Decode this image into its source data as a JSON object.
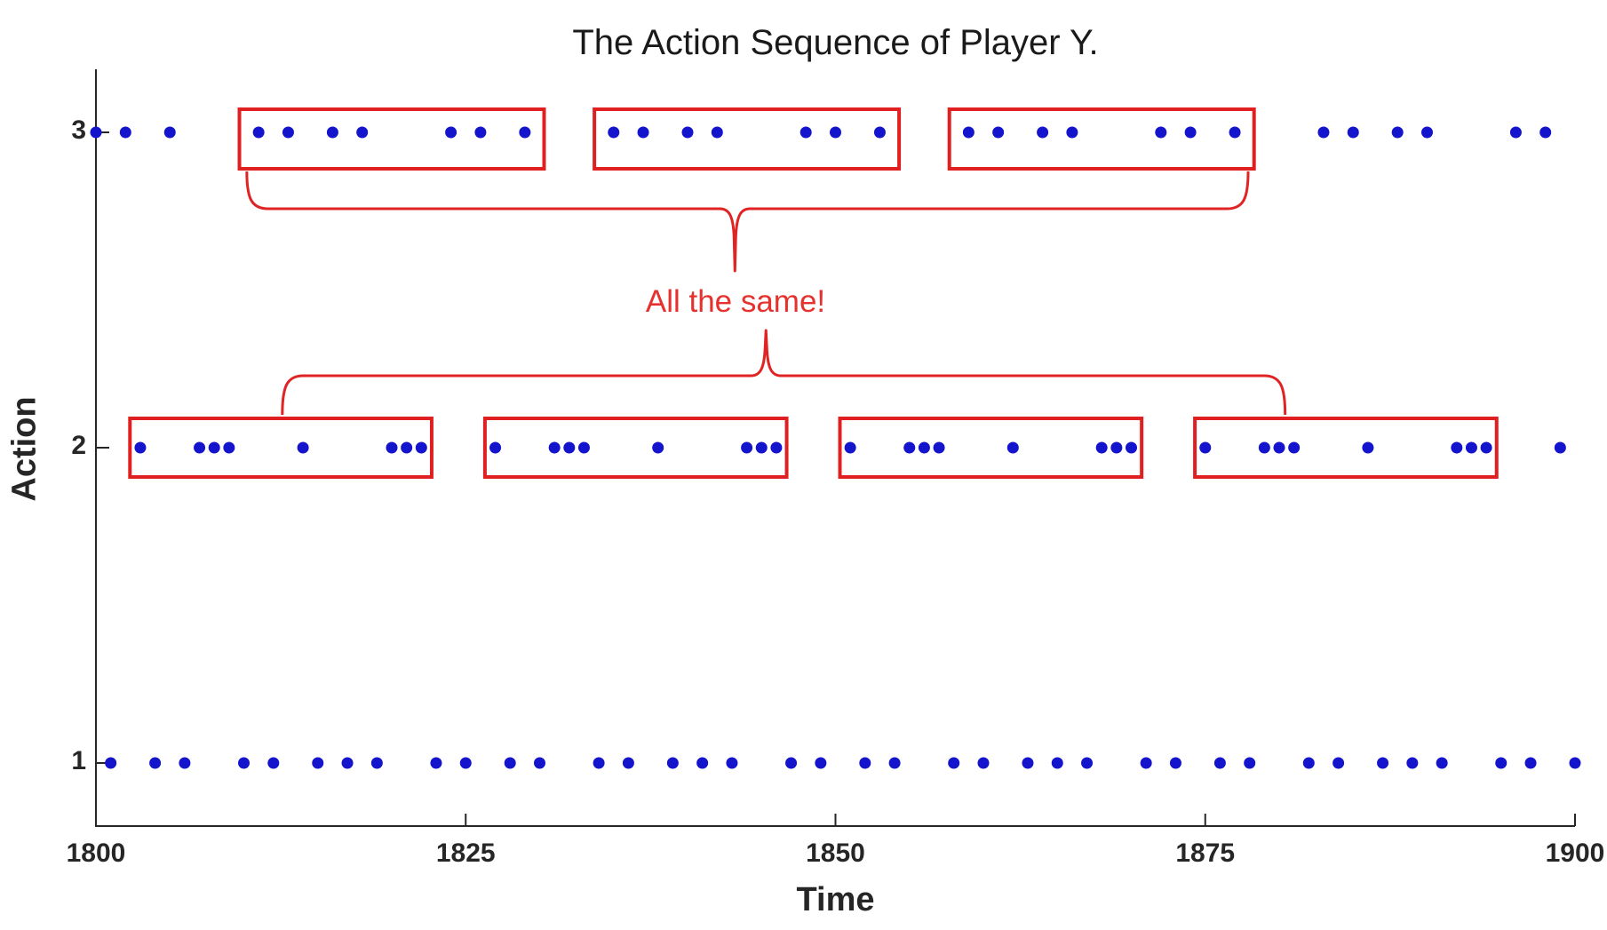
{
  "figure": {
    "title": "The Action Sequence of Player Y.",
    "annotation_label": "All the same!"
  },
  "chart_data": {
    "type": "scatter",
    "title": "The Action Sequence of Player Y.",
    "xlabel": "Time",
    "ylabel": "Action",
    "xlim": [
      1800,
      1900
    ],
    "ylim": [
      0.8,
      3.2
    ],
    "xticks": [
      1800,
      1825,
      1850,
      1875,
      1900
    ],
    "yticks": [
      1,
      2,
      3
    ],
    "grid": false,
    "legend": "none",
    "marker_color": "#1414cc",
    "box_color": "#e02020",
    "brace_color": "#e02424",
    "annotation_color": "#e5322e",
    "axis_color": "#262626",
    "series": [
      {
        "name": "action-1",
        "y": 1,
        "x": [
          1801,
          1804,
          1806,
          1810,
          1812,
          1815,
          1817,
          1819,
          1823,
          1825,
          1828,
          1830,
          1834,
          1836,
          1839,
          1841,
          1843,
          1847,
          1849,
          1852,
          1854,
          1858,
          1860,
          1863,
          1865,
          1867,
          1871,
          1873,
          1876,
          1878,
          1882,
          1884,
          1887,
          1889,
          1891,
          1895,
          1897,
          1900
        ]
      },
      {
        "name": "action-2",
        "y": 2,
        "x": [
          1803,
          1807,
          1808,
          1809,
          1814,
          1820,
          1821,
          1822,
          1827,
          1831,
          1832,
          1833,
          1838,
          1844,
          1845,
          1846,
          1851,
          1855,
          1856,
          1857,
          1862,
          1868,
          1869,
          1870,
          1875,
          1879,
          1880,
          1881,
          1886,
          1892,
          1893,
          1894,
          1899
        ]
      },
      {
        "name": "action-3",
        "y": 3,
        "x": [
          1800,
          1802,
          1805,
          1811,
          1813,
          1816,
          1818,
          1824,
          1826,
          1829,
          1835,
          1837,
          1840,
          1842,
          1848,
          1850,
          1853,
          1859,
          1861,
          1864,
          1866,
          1872,
          1874,
          1877,
          1883,
          1885,
          1888,
          1890,
          1896,
          1898
        ]
      }
    ],
    "highlight_boxes": [
      {
        "action": 3,
        "t0": 1809.7,
        "t1": 1830.3
      },
      {
        "action": 3,
        "t0": 1833.7,
        "t1": 1854.3
      },
      {
        "action": 3,
        "t0": 1857.7,
        "t1": 1878.3
      },
      {
        "action": 2,
        "t0": 1802.3,
        "t1": 1822.7
      },
      {
        "action": 2,
        "t0": 1826.3,
        "t1": 1846.7
      },
      {
        "action": 2,
        "t0": 1850.3,
        "t1": 1870.7
      },
      {
        "action": 2,
        "t0": 1874.3,
        "t1": 1894.7
      }
    ],
    "braces": [
      {
        "name": "brace-action-3-boxes",
        "direction": "down",
        "t_start": 1810.2,
        "t_end": 1877.9,
        "t_tip": 1843.2
      },
      {
        "name": "brace-action-2-boxes",
        "direction": "up",
        "t_start": 1812.6,
        "t_end": 1880.4,
        "t_tip": 1845.3
      }
    ],
    "annotation": {
      "text": "All the same!",
      "t": 1843.3,
      "between_rows": [
        2,
        3
      ]
    }
  }
}
